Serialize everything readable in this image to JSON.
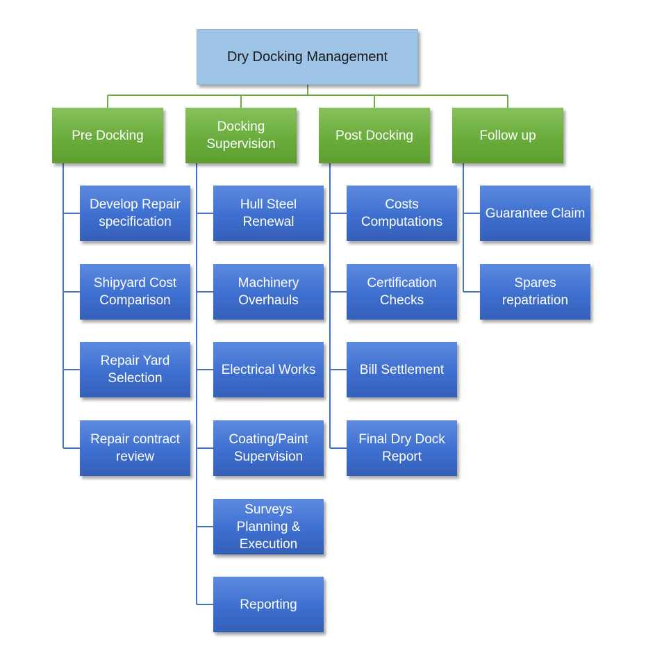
{
  "diagram": {
    "root": "Dry Docking Management",
    "columns": [
      {
        "category": "Pre Docking",
        "items": [
          "Develop Repair\nspecification",
          "Shipyard Cost\nComparison",
          "Repair Yard\nSelection",
          "Repair contract\nreview"
        ]
      },
      {
        "category": "Docking\nSupervision",
        "items": [
          "Hull Steel\nRenewal",
          "Machinery\nOverhauls",
          "Electrical Works",
          "Coating/Paint\nSupervision",
          "Surveys\nPlanning &\nExecution",
          "Reporting"
        ]
      },
      {
        "category": "Post Docking",
        "items": [
          "Costs\nComputations",
          "Certification\nChecks",
          "Bill Settlement",
          "Final Dry Dock\nReport"
        ]
      },
      {
        "category": "Follow up",
        "items": [
          "Guarantee Claim",
          "Spares\nrepatriation"
        ]
      }
    ]
  },
  "colors": {
    "root_fill": "#9dc3e6",
    "category_fill": "#70ad47",
    "item_fill": "#4472c4",
    "connector_green": "#70ad47",
    "connector_blue": "#4472c4"
  }
}
